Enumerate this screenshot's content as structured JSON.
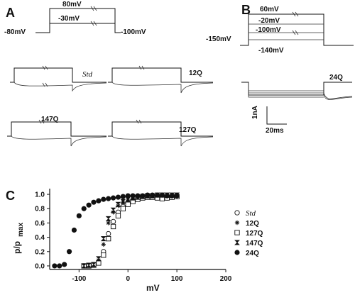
{
  "panels": {
    "a_label": "A",
    "b_label": "B",
    "c_label": "C"
  },
  "protocol_a": {
    "hold": "-80mV",
    "top": "80mV",
    "bottom": "-30mV",
    "tail": "-100mV"
  },
  "protocol_b": {
    "hold": "-150mV",
    "levels": [
      "60mV",
      "-20mV",
      "-100mV",
      "-140mV"
    ]
  },
  "traces_a": [
    "Std",
    "12Q",
    "147Q",
    "127Q"
  ],
  "trace_b": "24Q",
  "scalebar": {
    "current": "1nA",
    "time": "20ms"
  },
  "chart_data": {
    "type": "scatter",
    "xlabel": "mV",
    "ylabel_main": "p/p",
    "ylabel_sub": "max",
    "xlim": [
      -160,
      200
    ],
    "ylim": [
      -0.05,
      1.08
    ],
    "xticks": [
      -100,
      0,
      100,
      200
    ],
    "yticks": [
      0.0,
      0.2,
      0.4,
      0.6,
      0.8,
      1.0
    ],
    "xtick_labels": [
      "-100",
      "0",
      "100",
      "200"
    ],
    "ytick_labels": [
      "0.0",
      "0.2",
      "0.4",
      "0.6",
      "0.8",
      "1.0"
    ],
    "legend_position": "right",
    "series": [
      {
        "name": "Std",
        "marker": "open-circle",
        "x": [
          -90,
          -80,
          -70,
          -60,
          -50,
          -40,
          -30,
          -20,
          -10,
          0,
          10,
          20,
          30,
          40,
          50,
          60,
          70,
          80,
          90,
          100
        ],
        "y": [
          0.0,
          0.0,
          0.01,
          0.05,
          0.2,
          0.45,
          0.62,
          0.75,
          0.83,
          0.88,
          0.92,
          0.95,
          0.96,
          0.97,
          0.97,
          0.96,
          0.95,
          0.95,
          0.96,
          0.97
        ]
      },
      {
        "name": "12Q",
        "marker": "asterisk",
        "x": [
          -90,
          -80,
          -70,
          -60,
          -50,
          -40,
          -30,
          -20,
          -10,
          0,
          10,
          20,
          30,
          40,
          50,
          60,
          70,
          80,
          90,
          100
        ],
        "y": [
          0.0,
          0.0,
          0.02,
          0.08,
          0.3,
          0.6,
          0.75,
          0.84,
          0.89,
          0.92,
          0.94,
          0.96,
          0.97,
          0.98,
          0.98,
          0.98,
          0.97,
          0.98,
          0.98,
          0.98
        ]
      },
      {
        "name": "127Q",
        "marker": "open-square",
        "x": [
          -90,
          -80,
          -70,
          -60,
          -50,
          -40,
          -30,
          -20,
          -10,
          0,
          10,
          20,
          30,
          40,
          50,
          60,
          70,
          80,
          90,
          100
        ],
        "y": [
          0.0,
          0.0,
          0.01,
          0.04,
          0.15,
          0.38,
          0.55,
          0.7,
          0.8,
          0.86,
          0.9,
          0.93,
          0.95,
          0.96,
          0.96,
          0.95,
          0.94,
          0.95,
          0.96,
          0.97
        ]
      },
      {
        "name": "147Q",
        "marker": "bowtie",
        "x": [
          -90,
          -80,
          -70,
          -60,
          -50,
          -40,
          -30,
          -20,
          -10,
          0,
          10,
          20,
          30,
          40,
          50,
          60,
          70,
          80,
          90,
          100
        ],
        "y": [
          0.0,
          0.01,
          0.02,
          0.1,
          0.38,
          0.66,
          0.78,
          0.86,
          0.9,
          0.93,
          0.95,
          0.96,
          0.97,
          0.98,
          0.98,
          0.99,
          0.99,
          0.99,
          0.99,
          0.99
        ]
      },
      {
        "name": "24Q",
        "marker": "filled-circle",
        "x": [
          -150,
          -140,
          -130,
          -120,
          -110,
          -100,
          -90,
          -80,
          -70,
          -60,
          -50,
          -40,
          -30,
          -20,
          -10,
          0,
          10,
          20,
          30,
          40,
          50,
          60,
          70,
          80,
          90,
          100
        ],
        "y": [
          0.0,
          0.0,
          0.02,
          0.2,
          0.5,
          0.7,
          0.8,
          0.85,
          0.89,
          0.91,
          0.93,
          0.94,
          0.95,
          0.96,
          0.97,
          0.98,
          0.98,
          0.98,
          0.98,
          0.99,
          0.99,
          0.99,
          0.99,
          0.98,
          0.98,
          0.98
        ]
      }
    ]
  }
}
